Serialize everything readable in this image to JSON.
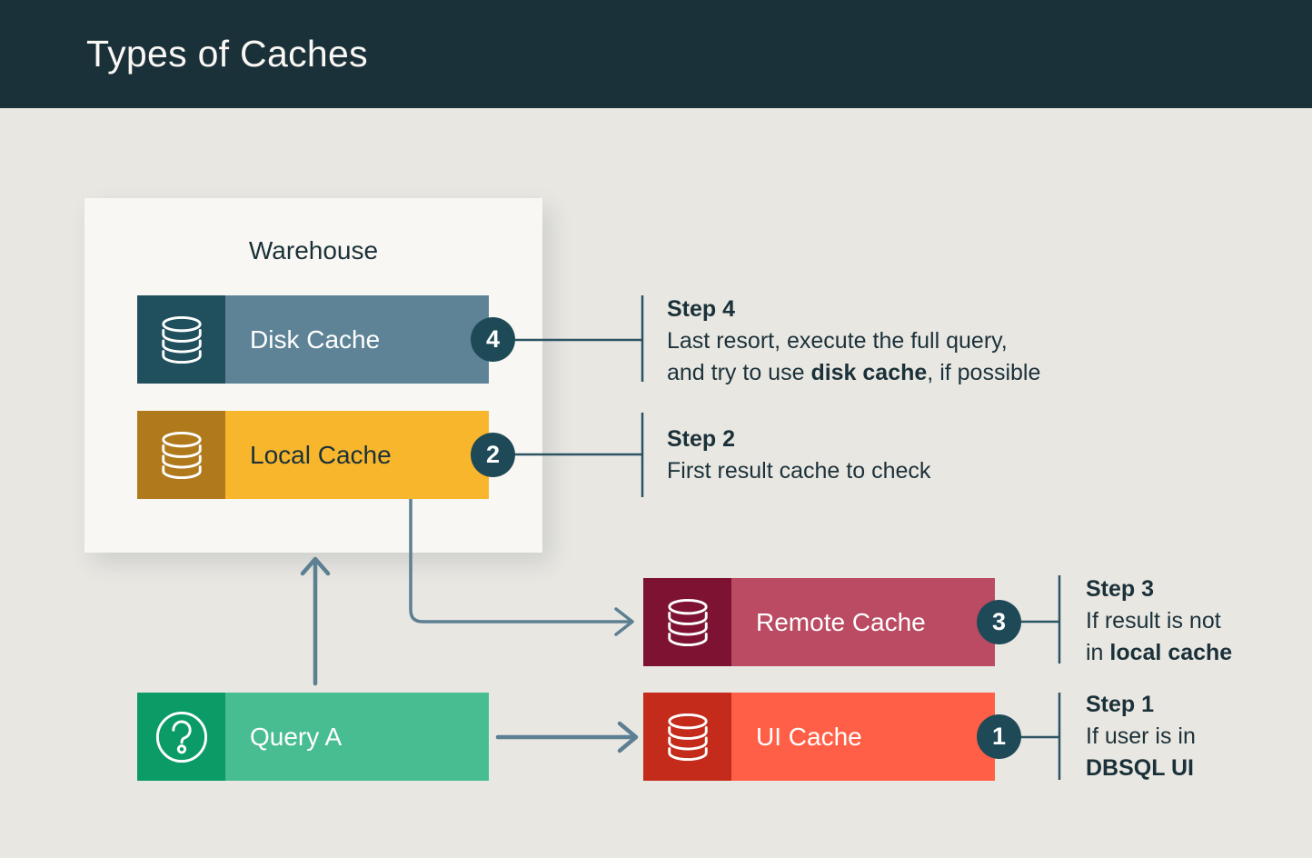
{
  "header": {
    "title": "Types of Caches"
  },
  "warehouse": {
    "label": "Warehouse"
  },
  "nodes": {
    "disk_cache": {
      "label": "Disk Cache",
      "badge": "4",
      "icon": "database-icon"
    },
    "local_cache": {
      "label": "Local Cache",
      "badge": "2",
      "icon": "database-icon"
    },
    "remote_cache": {
      "label": "Remote Cache",
      "badge": "3",
      "icon": "database-icon"
    },
    "ui_cache": {
      "label": "UI Cache",
      "badge": "1",
      "icon": "database-icon"
    },
    "query_a": {
      "label": "Query A",
      "icon": "question-circle-icon"
    }
  },
  "steps": {
    "step4": {
      "title": "Step 4",
      "line1": "Last resort, execute the full query,",
      "line2_prefix": "and try to use ",
      "line2_bold": "disk cache",
      "line2_suffix": ", if possible"
    },
    "step2": {
      "title": "Step 2",
      "line1": "First result cache to check"
    },
    "step3": {
      "title": "Step 3",
      "line1": "If result is not",
      "line2_prefix": "in ",
      "line2_bold": "local cache"
    },
    "step1": {
      "title": "Step 1",
      "line1": "If user is in",
      "line2_bold": "DBSQL UI"
    }
  },
  "colors": {
    "navy": "#1B3139",
    "page_bg": "#E9E7E2",
    "card_bg": "#F9F7F3",
    "slate": "#5E8396",
    "teal_dark": "#20505E",
    "badge": "#1E4A57",
    "amber": "#F8B62D",
    "amber_dark": "#B0791C",
    "rose": "#BA4B63",
    "maroon": "#7D1232",
    "coral": "#FF5F46",
    "red_dark": "#C52B1B",
    "green": "#48BD92",
    "green_dark": "#0A9B66",
    "arrow": "#5C7F92",
    "line": "#2B5363"
  }
}
